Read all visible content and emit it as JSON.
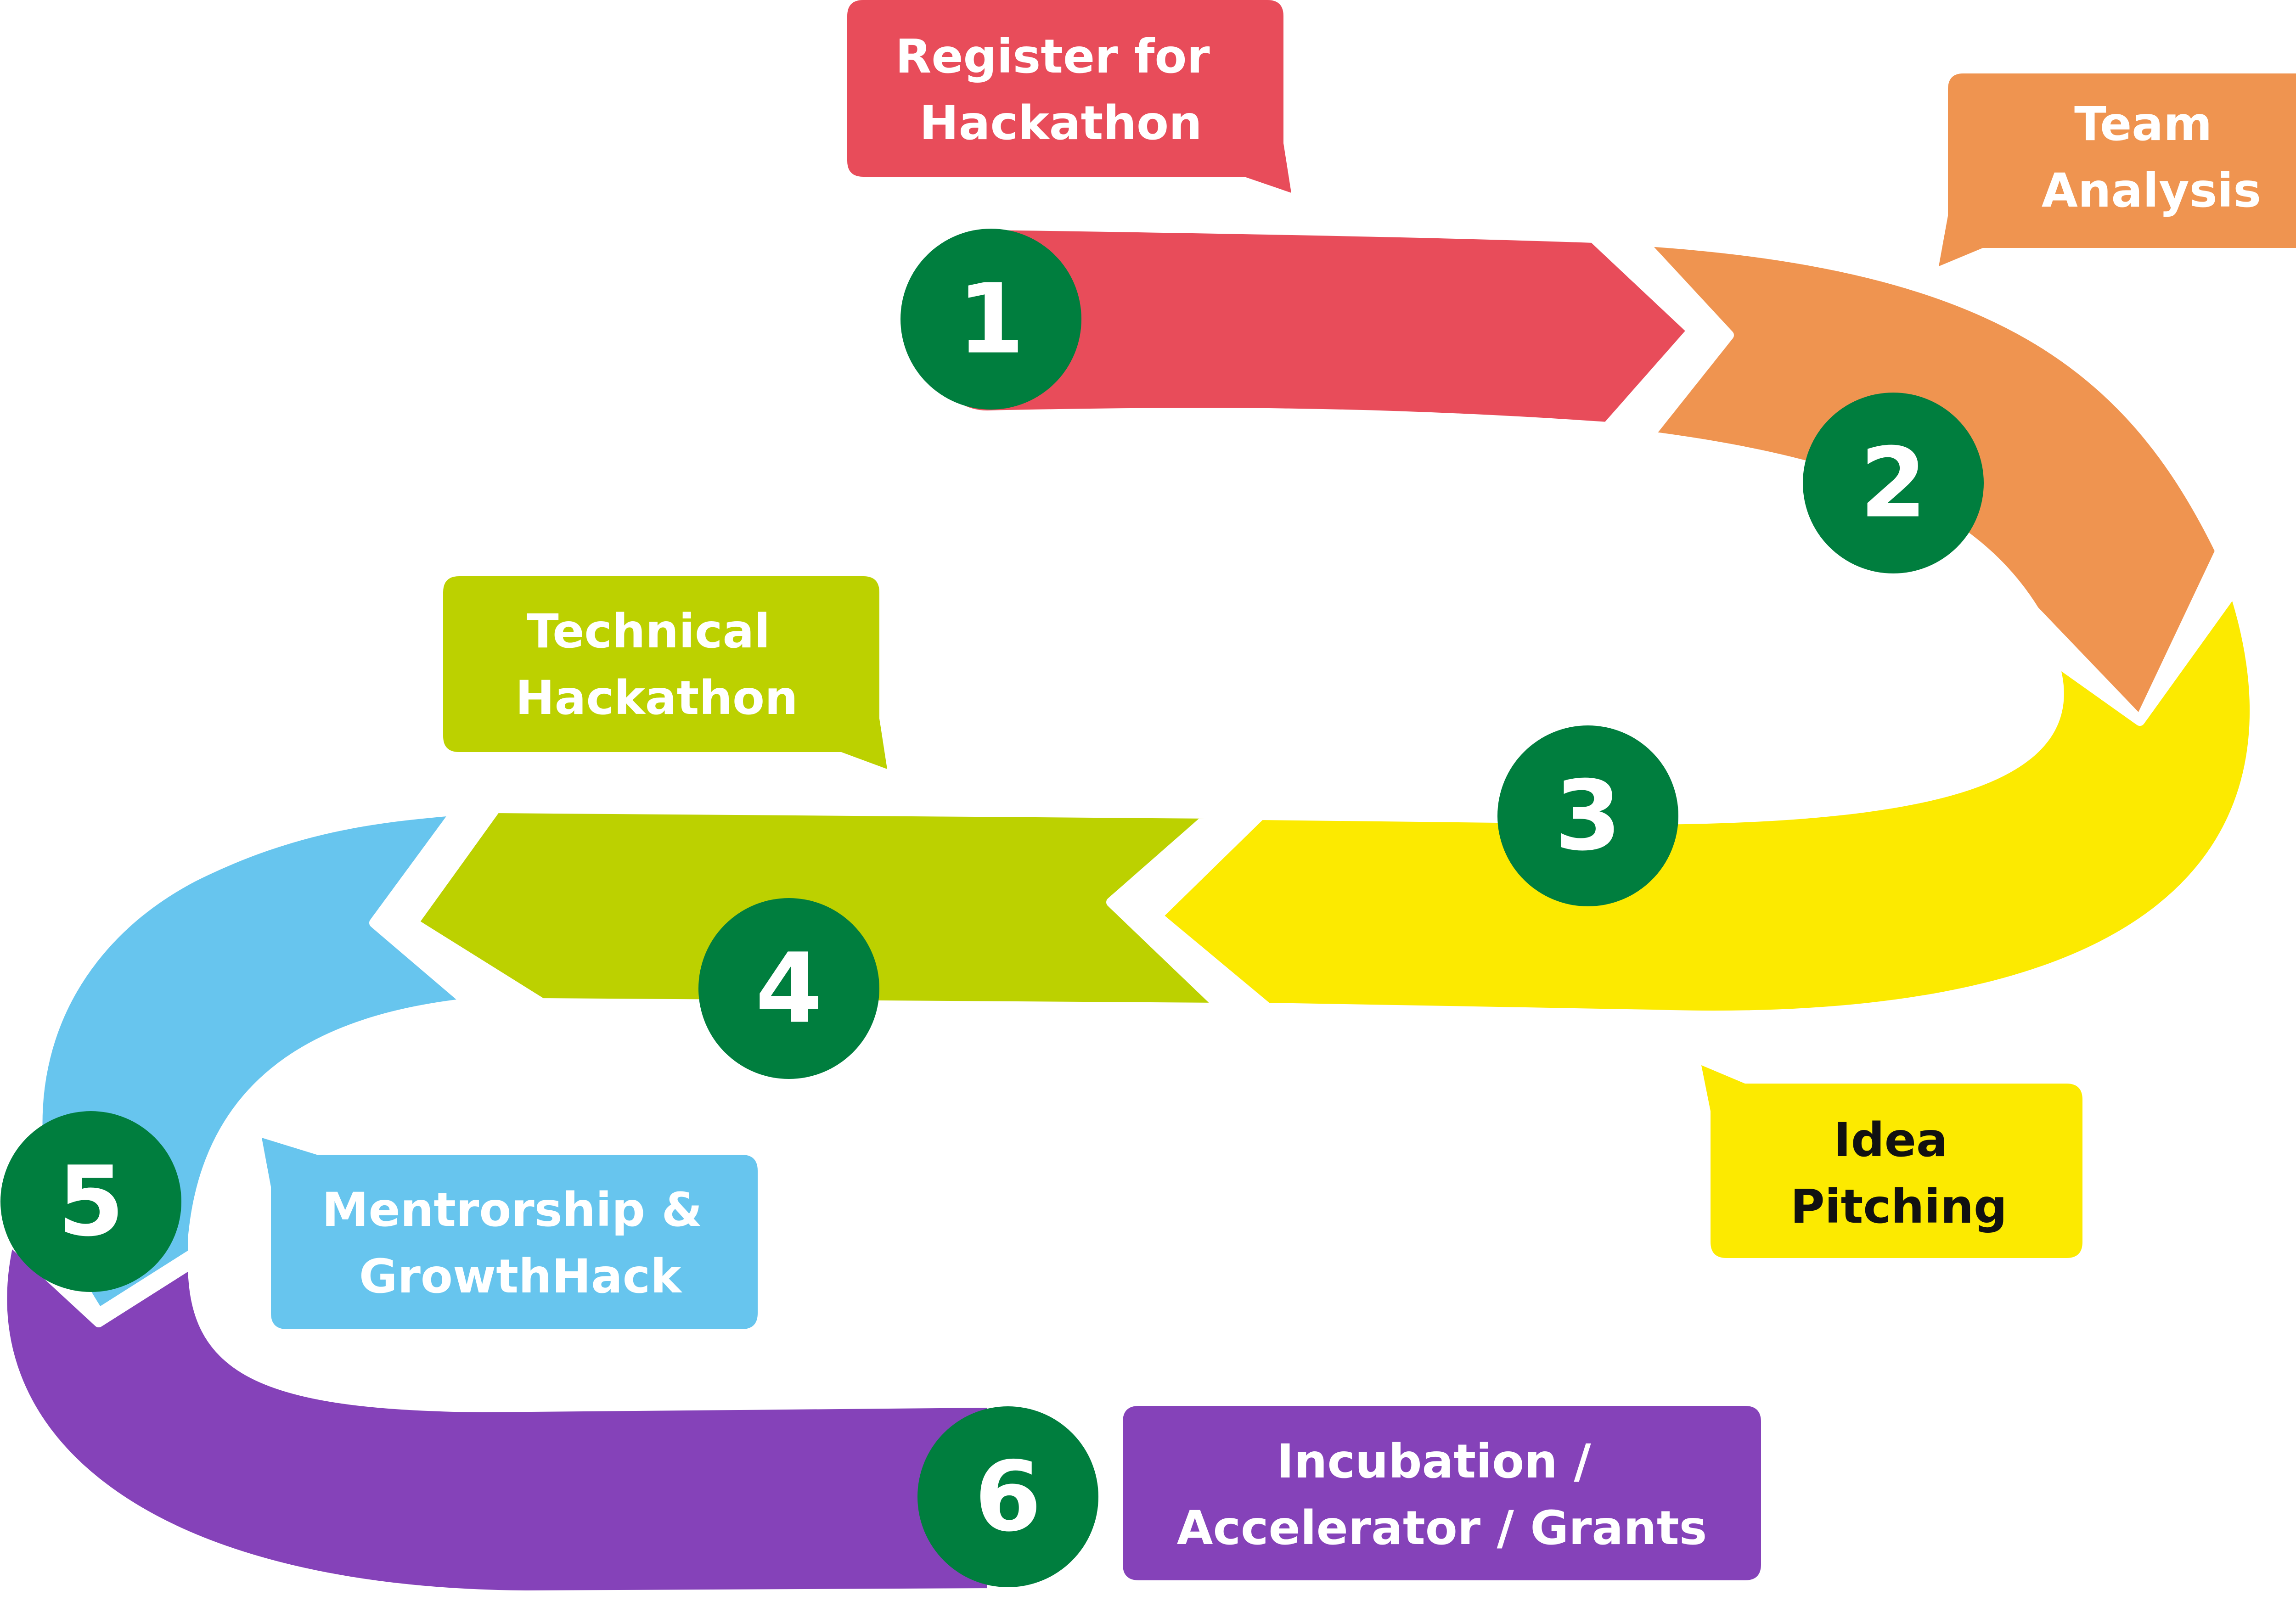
{
  "colors": {
    "background": "#ffffff",
    "badge": "#007e3e",
    "badge_text": "#ffffff",
    "label_text_light": "#ffffff",
    "label_text_dark": "#111111"
  },
  "steps": [
    {
      "number": "1",
      "label_lines": [
        "Register for",
        "Hackathon"
      ],
      "color": "#e84c5a",
      "text_color": "#ffffff"
    },
    {
      "number": "2",
      "label_lines": [
        "Team",
        "Analysis"
      ],
      "color": "#ef9450",
      "text_color": "#ffffff"
    },
    {
      "number": "3",
      "label_lines": [
        "Idea",
        "Pitching"
      ],
      "color": "#fcea00",
      "text_color": "#111111"
    },
    {
      "number": "4",
      "label_lines": [
        "Technical",
        "Hackathon"
      ],
      "color": "#bcd100",
      "text_color": "#ffffff"
    },
    {
      "number": "5",
      "label_lines": [
        "Mentrorship &",
        "GrowthHack"
      ],
      "color": "#67c5ee",
      "text_color": "#ffffff"
    },
    {
      "number": "6",
      "label_lines": [
        "Incubation /",
        "Accelerator / Grants"
      ],
      "color": "#8542b9",
      "text_color": "#ffffff"
    }
  ]
}
